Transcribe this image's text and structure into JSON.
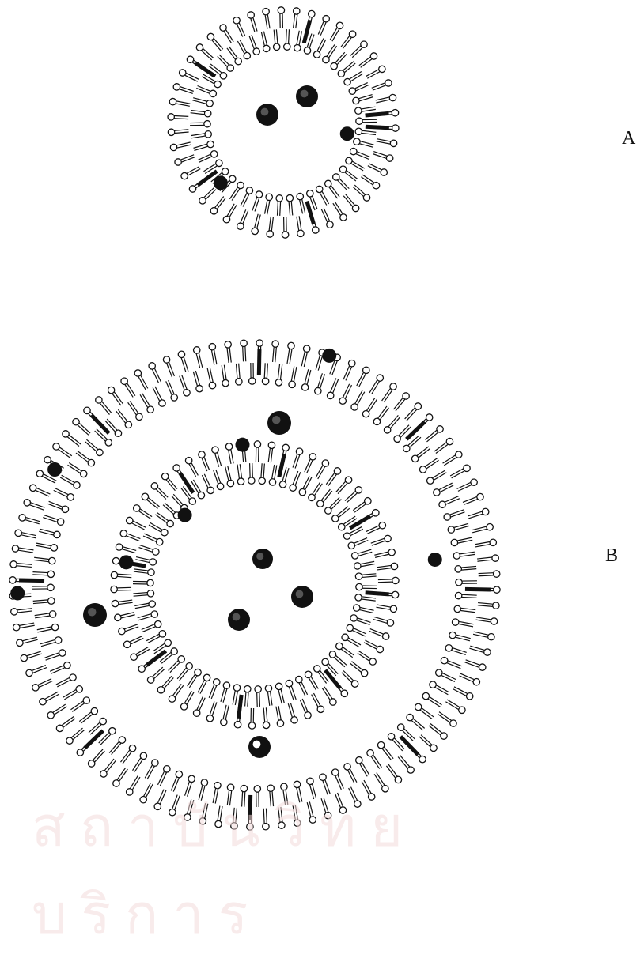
{
  "labels": {
    "a": "A",
    "b": "B"
  },
  "watermark": "สถาบันวิทยบริการ",
  "colors": {
    "ink": "#111111",
    "background": "#ffffff",
    "watermark": "#f4dcdc"
  }
}
